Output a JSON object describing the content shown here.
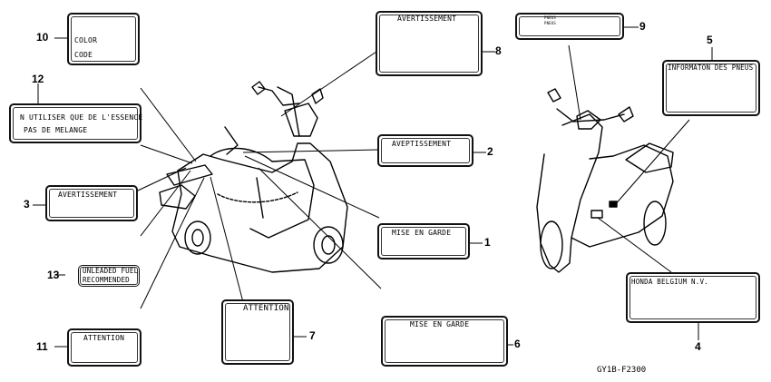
{
  "callouts": {
    "n1": "1",
    "n2": "2",
    "n3": "3",
    "n4": "4",
    "n5": "5",
    "n6": "6",
    "n7": "7",
    "n8": "8",
    "n9": "9",
    "n10": "10",
    "n11": "11",
    "n12": "12",
    "n13": "13"
  },
  "labels": {
    "l1": "MISE EN GARDE",
    "l2": "AVEPTISSEMENT",
    "l3": "AVERTISSEMENT",
    "l4": "HONDA BELGIUM N.V.",
    "l5": "INFORMATON DES PNEUS",
    "l6": "MISE EN GARDE",
    "l7": "ATTENTION",
    "l8": "AVERTISSEMENT",
    "l9a": "PNEUS",
    "l9b": "PNEUS",
    "l10a": "COLOR",
    "l10b": "CODE",
    "l11": "ATTENTION",
    "l12a": "N UTILISER QUE DE L'ESSENCE",
    "l12b": "PAS DE MELANGE",
    "l13a": "UNLEADED FUEL",
    "l13b": "RECOMMENDED"
  },
  "icons": {
    "warning": "warning-triangle-icon"
  },
  "figure_code": "GY1B-F2300"
}
